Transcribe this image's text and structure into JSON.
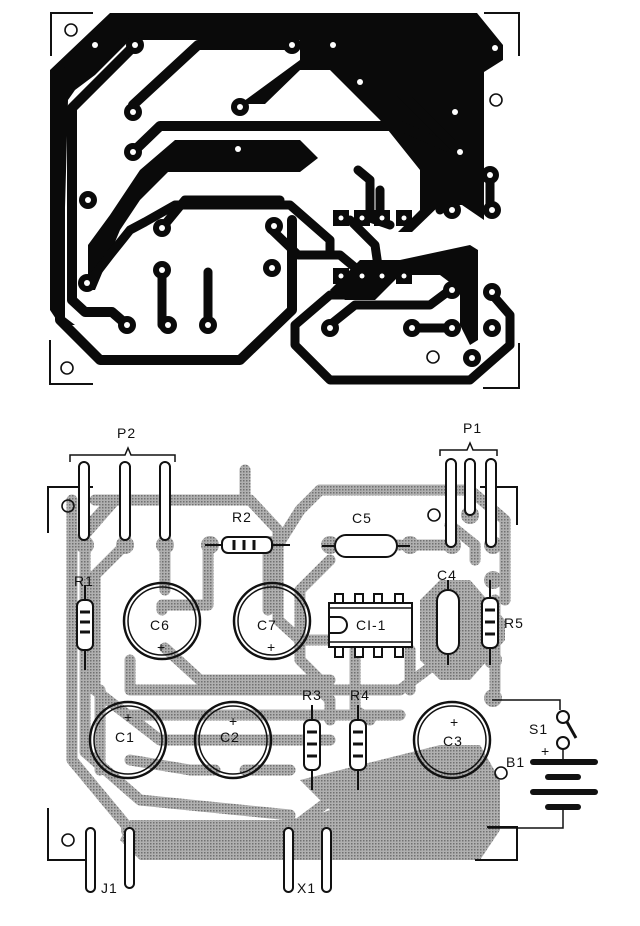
{
  "figure": {
    "copper_view": {
      "title": "",
      "description": "PCB copper trace layout (solder side)"
    },
    "component_view": {
      "title": "",
      "description": "Component placement on PCB"
    }
  },
  "colors": {
    "copper": "#0a0a0a",
    "trace_gray": "#9a9a9a",
    "outline": "#111111",
    "background": "#ffffff"
  },
  "labels": {
    "p2": "P2",
    "p1": "P1",
    "r1": "R1",
    "r2": "R2",
    "r3": "R3",
    "r4": "R4",
    "r5": "R5",
    "c1": "C1",
    "c2": "C2",
    "c3": "C3",
    "c4": "C4",
    "c5": "C5",
    "c6": "C6",
    "c7": "C7",
    "ci1": "CI-1",
    "s1": "S1",
    "b1": "B1",
    "j1": "J1",
    "x1": "X1",
    "plus": "+"
  },
  "components": [
    {
      "ref": "P2",
      "type": "potentiometer",
      "pins": 3
    },
    {
      "ref": "P1",
      "type": "potentiometer",
      "pins": 3
    },
    {
      "ref": "R1",
      "type": "resistor"
    },
    {
      "ref": "R2",
      "type": "resistor"
    },
    {
      "ref": "R3",
      "type": "resistor"
    },
    {
      "ref": "R4",
      "type": "resistor"
    },
    {
      "ref": "R5",
      "type": "resistor"
    },
    {
      "ref": "C1",
      "type": "electrolytic-capacitor"
    },
    {
      "ref": "C2",
      "type": "electrolytic-capacitor"
    },
    {
      "ref": "C3",
      "type": "electrolytic-capacitor"
    },
    {
      "ref": "C4",
      "type": "capacitor"
    },
    {
      "ref": "C5",
      "type": "capacitor"
    },
    {
      "ref": "C6",
      "type": "electrolytic-capacitor"
    },
    {
      "ref": "C7",
      "type": "electrolytic-capacitor"
    },
    {
      "ref": "CI-1",
      "type": "integrated-circuit-dip8"
    },
    {
      "ref": "S1",
      "type": "switch"
    },
    {
      "ref": "B1",
      "type": "battery"
    },
    {
      "ref": "J1",
      "type": "jack-connector"
    },
    {
      "ref": "X1",
      "type": "connector"
    }
  ]
}
